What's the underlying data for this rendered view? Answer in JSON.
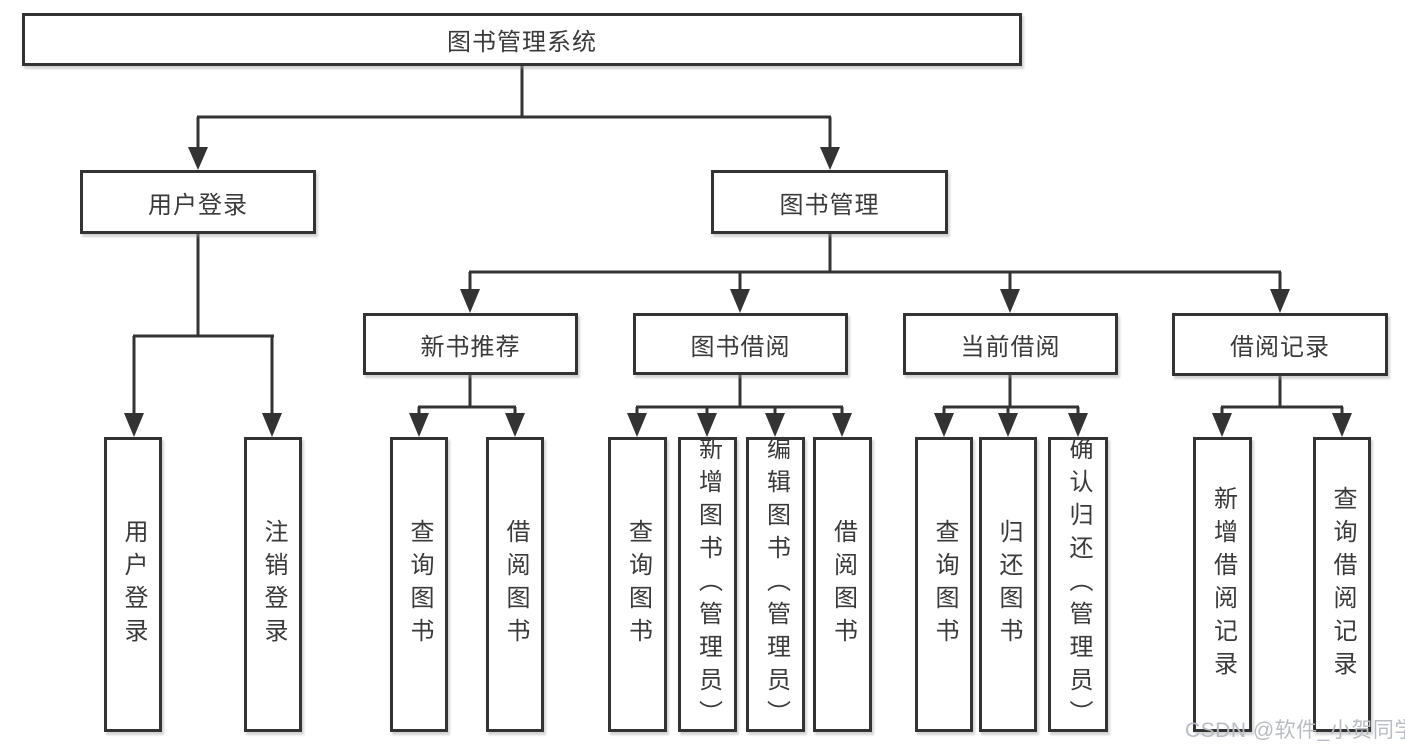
{
  "tree": {
    "root": {
      "label": "图书管理系统"
    },
    "branches": [
      {
        "label": "用户登录",
        "children": [
          {
            "label": "用户登录"
          },
          {
            "label": "注销登录"
          }
        ]
      },
      {
        "label": "图书管理",
        "children": [
          {
            "label": "新书推荐",
            "children": [
              {
                "label": "查询图书"
              },
              {
                "label": "借阅图书"
              }
            ]
          },
          {
            "label": "图书借阅",
            "children": [
              {
                "label": "查询图书"
              },
              {
                "label": "新增图书（管理员）"
              },
              {
                "label": "编辑图书（管理员）"
              },
              {
                "label": "借阅图书"
              }
            ]
          },
          {
            "label": "当前借阅",
            "children": [
              {
                "label": "查询图书"
              },
              {
                "label": "归还图书"
              },
              {
                "label": "确认归还（管理员）"
              }
            ]
          },
          {
            "label": "借阅记录",
            "children": [
              {
                "label": "新增借阅记录"
              },
              {
                "label": "查询借阅记录"
              }
            ]
          }
        ]
      }
    ]
  },
  "watermark": "CSDN @软件_小贺同学",
  "colors": {
    "line": "#333333",
    "text": "#3a3a3a",
    "box_background": "#ffffff",
    "watermark": "#b9bdc3"
  }
}
